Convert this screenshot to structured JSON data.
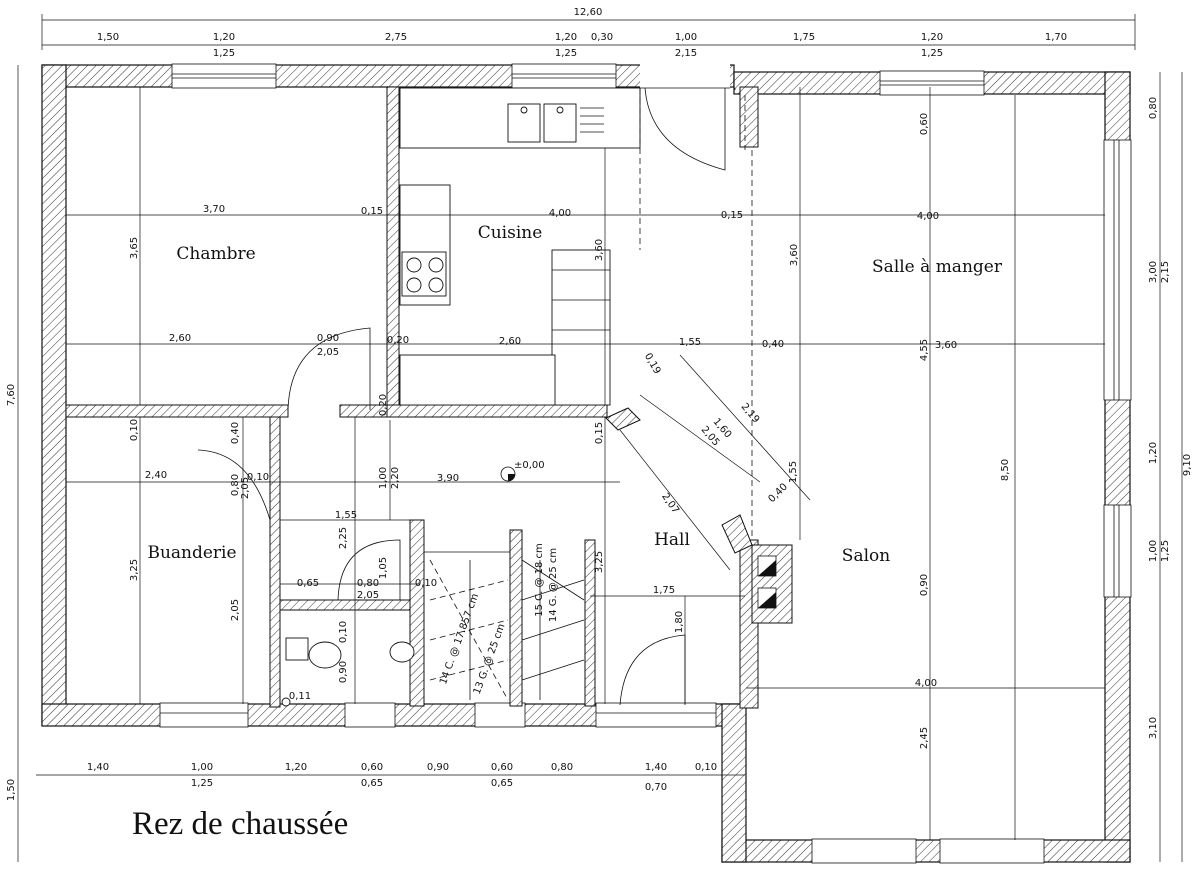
{
  "title": "Rez de chaussée",
  "rooms": {
    "chambre": "Chambre",
    "cuisine": "Cuisine",
    "salle": "Salle à manger",
    "buanderie": "Buanderie",
    "hall": "Hall",
    "salon": "Salon"
  },
  "level_mark": "±0,00",
  "stair_labels": {
    "left_a": "13 G. @ 25 cm",
    "left_b": "14 C. @ 17.857 cm",
    "right_a": "15 C. @ 18 cm",
    "right_b": "14 G. @ 25 cm"
  },
  "top_dims": {
    "total": "12,60",
    "seg": [
      "1,50",
      "1,20",
      "2,75",
      "1,20",
      "0,30",
      "1,00",
      "1,75",
      "1,20",
      "1,70"
    ],
    "sub": [
      "1,25",
      "1,25",
      "2,15",
      "1,25"
    ]
  },
  "bottom_dims": {
    "seg": [
      "1,40",
      "1,00",
      "1,20",
      "0,60",
      "0,90",
      "0,60",
      "0,80",
      "1,40",
      "0,10"
    ],
    "sub": [
      "1,25",
      "0,65",
      "0,65",
      "0,70"
    ]
  },
  "left_dims": [
    "7,60",
    "1,50"
  ],
  "right_dims": {
    "total": "9,10",
    "seg": [
      "0,80",
      "3,00",
      "1,20",
      "1,00",
      "3,10"
    ],
    "sub": [
      "2,15",
      "1,25"
    ]
  },
  "interior_dims": {
    "d370": "3,70",
    "d015a": "0,15",
    "d400a": "4,00",
    "d015b": "0,15",
    "d400b": "4,00",
    "d365": "3,65",
    "d360a": "3,60",
    "d360b": "3,60",
    "d060": "0,60",
    "d260a": "2,60",
    "d090a": "0,90",
    "d205a": "2,05",
    "d020a": "0,20",
    "d260b": "2,60",
    "d155a": "1,55",
    "d040a": "0,40",
    "d455": "4,55",
    "d360c": "3,60",
    "d010a": "0,10",
    "d040b": "0,40",
    "d020b": "0,20",
    "d015c": "0,15",
    "d240": "2,40",
    "d080a": "0,80",
    "d010b": "0,10",
    "d205b": "2,05",
    "d100": "1,00",
    "d220": "2,20",
    "d390": "3,90",
    "d019": "0,19",
    "d160": "1,60",
    "d205c": "2,05",
    "d219": "2,19",
    "d207": "2,07",
    "d155b": "1,55",
    "d040c": "0,40",
    "d850": "8,50",
    "d155c": "1,55",
    "d225": "2,25",
    "d105": "1,05",
    "d325a": "3,25",
    "d205d": "2,05",
    "d065": "0,65",
    "d080b": "0,80",
    "d010c": "0,10",
    "d205e": "2,05",
    "d010d": "0,10",
    "d090b": "0,90",
    "d011": "0,11",
    "d325b": "3,25",
    "d175": "1,75",
    "d180": "1,80",
    "d090c": "0,90",
    "d400c": "4,00",
    "d245": "2,45"
  }
}
